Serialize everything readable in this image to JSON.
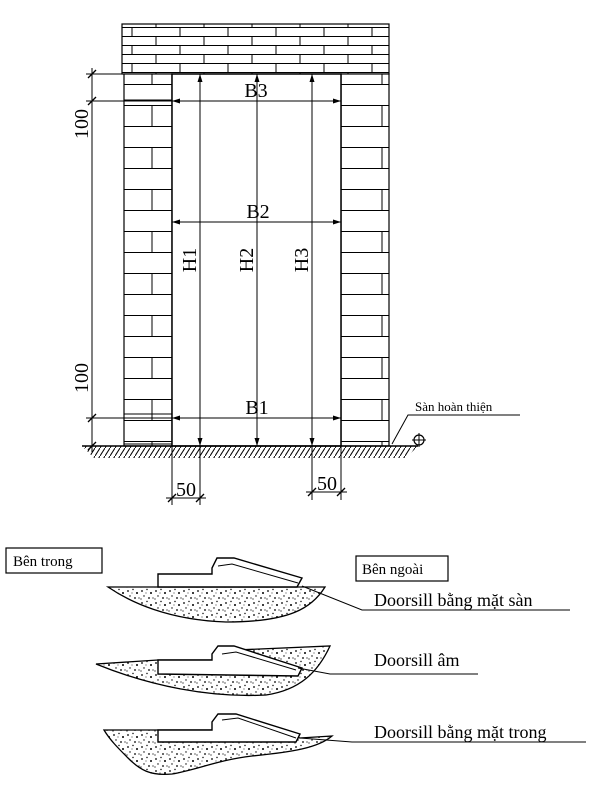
{
  "elevation": {
    "labels": {
      "b3": "B3",
      "b2": "B2",
      "b1": "B1",
      "h1": "H1",
      "h2": "H2",
      "h3": "H3",
      "top_offset": "100",
      "bottom_offset": "100",
      "left_margin": "50",
      "right_margin": "50",
      "floor_note": "Sàn hoàn thiện"
    }
  },
  "sections": {
    "inside_label": "Bên trong",
    "outside_label": "Bên ngoài",
    "types": [
      {
        "name": "Doorsill bằng mặt sàn"
      },
      {
        "name": "Doorsill âm"
      },
      {
        "name": "Doorsill bằng mặt trong"
      }
    ]
  }
}
